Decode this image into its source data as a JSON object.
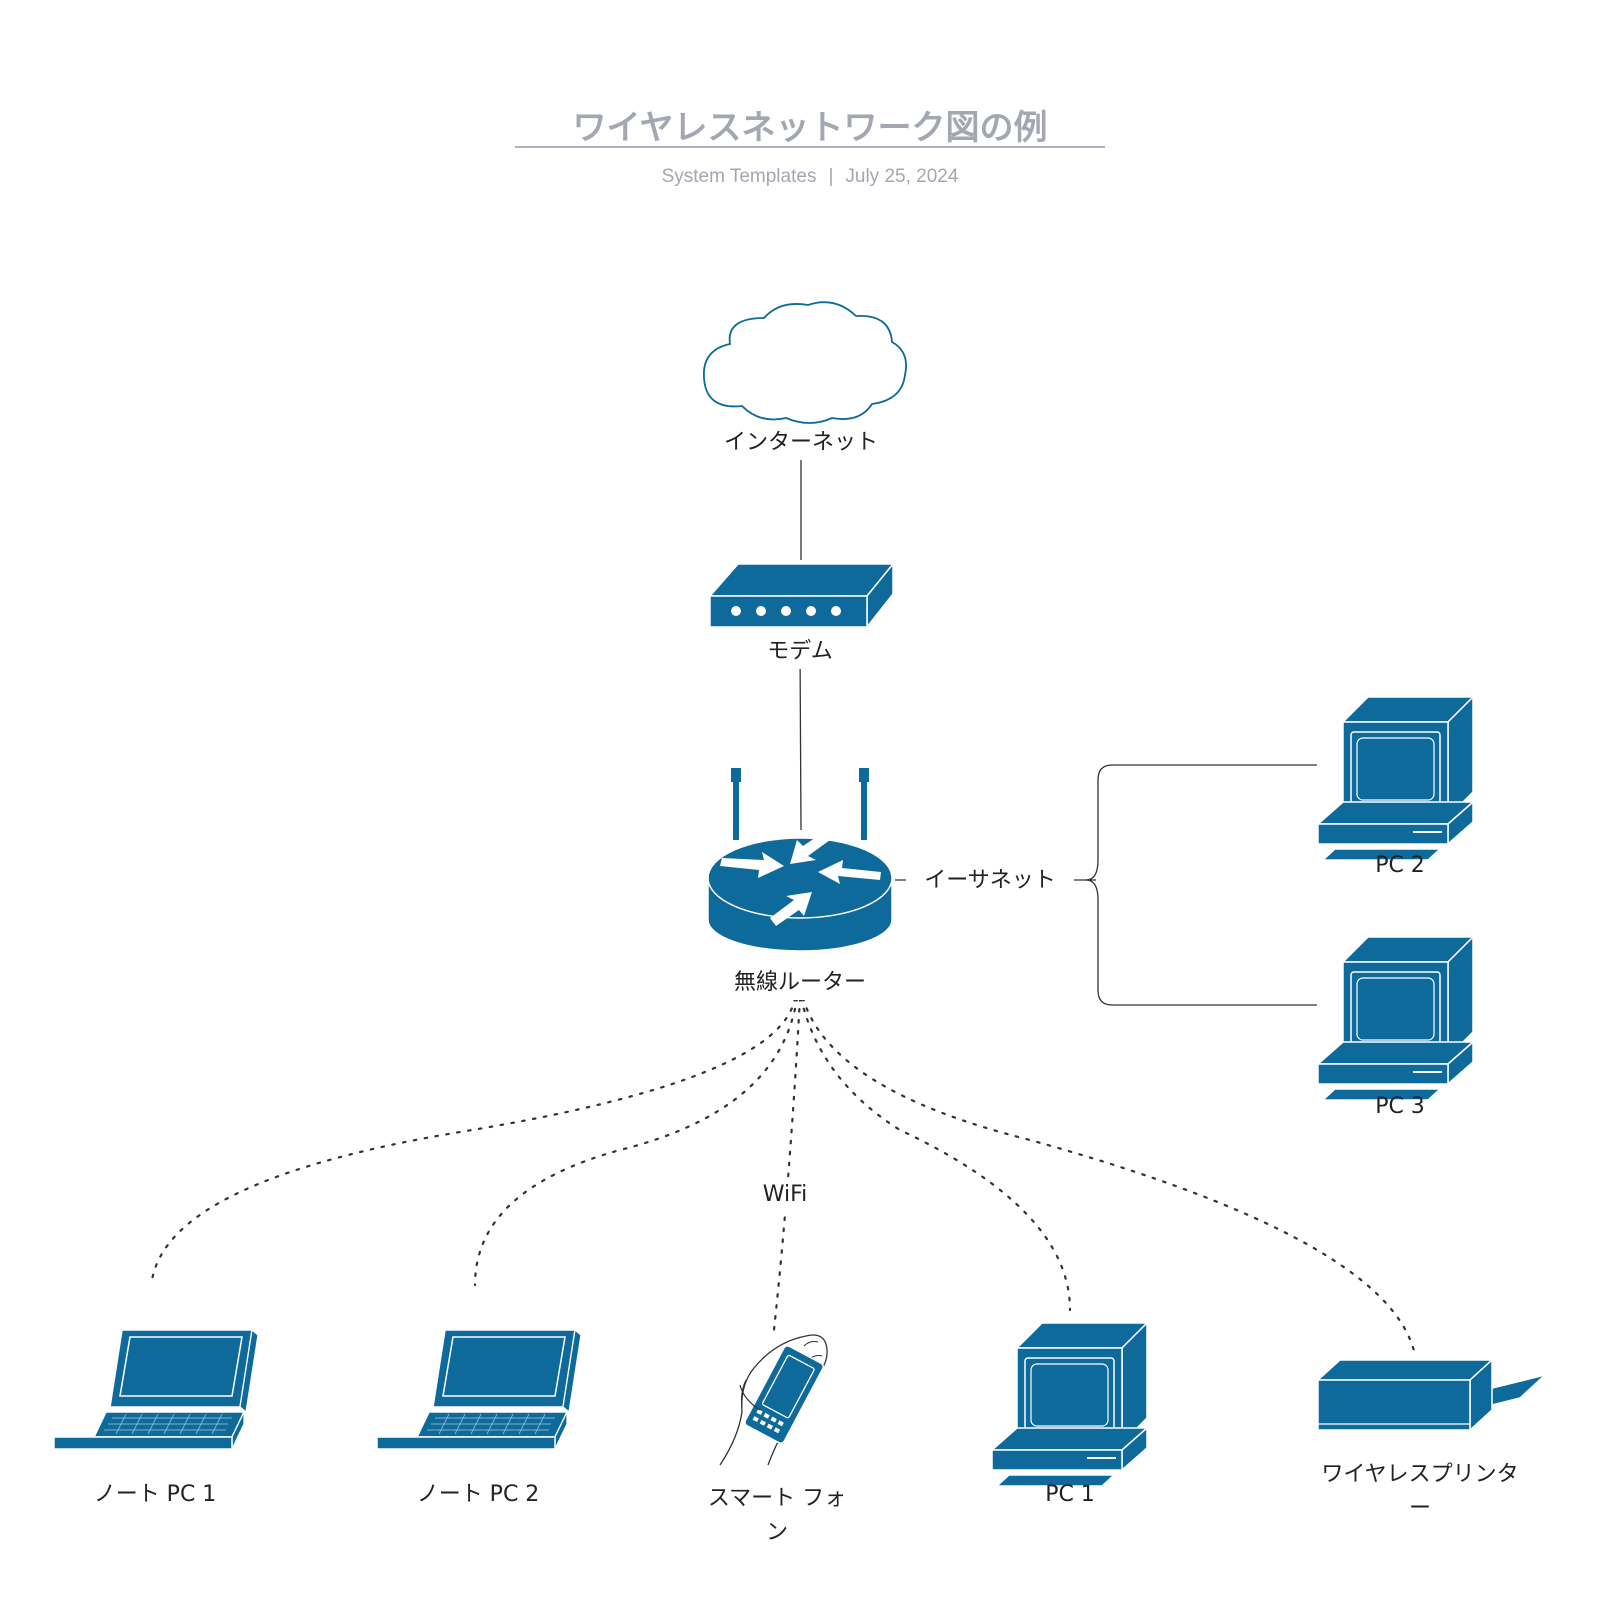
{
  "title": "ワイヤレスネットワーク図の例",
  "subtitle": {
    "author": "System Templates",
    "separator": "|",
    "date": "July 25, 2024"
  },
  "colors": {
    "device": "#0e6a9b",
    "line": "#333333",
    "title": "#a3a7b2",
    "label": "#222222"
  },
  "nodes": {
    "internet": {
      "label": "インターネット",
      "icon": "cloud-icon"
    },
    "modem": {
      "label": "モデム",
      "icon": "modem-icon"
    },
    "router": {
      "label": "無線ルーター",
      "icon": "wireless-router-icon"
    },
    "pc2": {
      "label": "PC 2",
      "icon": "desktop-pc-icon"
    },
    "pc3": {
      "label": "PC 3",
      "icon": "desktop-pc-icon"
    },
    "laptop1": {
      "label": "ノート PC 1",
      "icon": "laptop-icon"
    },
    "laptop2": {
      "label": "ノート PC 2",
      "icon": "laptop-icon"
    },
    "smartphone": {
      "label": "スマート フォン",
      "icon": "smartphone-in-hand-icon"
    },
    "pc1": {
      "label": "PC 1",
      "icon": "desktop-pc-icon"
    },
    "printer": {
      "label": "ワイヤレスプリンター",
      "icon": "printer-icon"
    }
  },
  "edges": {
    "ethernet": {
      "label": "イーサネット"
    },
    "wifi": {
      "label": "WiFi"
    }
  }
}
